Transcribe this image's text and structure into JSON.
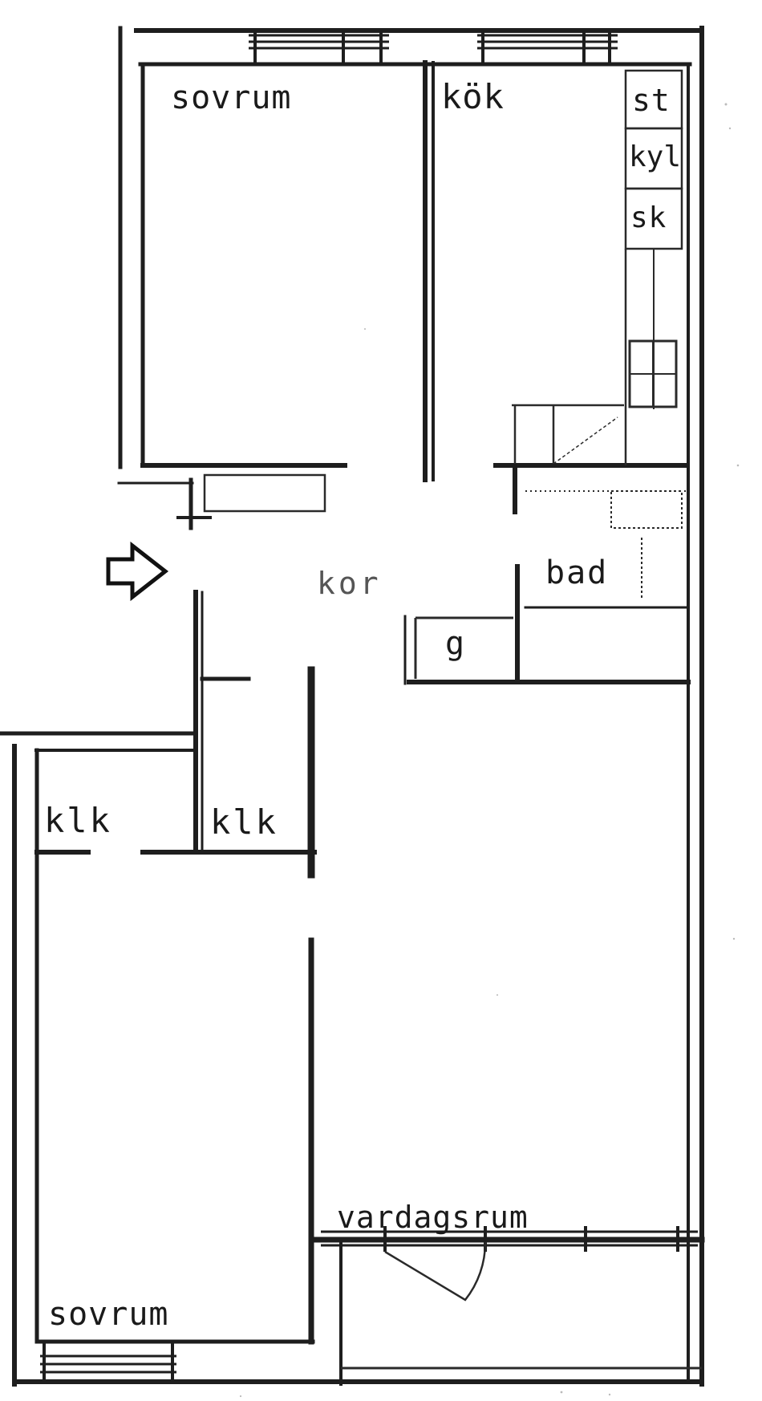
{
  "rooms": {
    "sovrum_top": "sovrum",
    "kok": "kök",
    "stove": "st",
    "fridge": "kyl",
    "cabinet": "sk",
    "corridor": "kor",
    "bath": "bad",
    "wardrobe_g": "g",
    "closet_left": "klk",
    "closet_right": "klk",
    "living": "vardagsrum",
    "sovrum_bottom": "sovrum"
  },
  "icons": {
    "entrance": "arrow-right-outline-icon"
  },
  "colors": {
    "ink": "#1e1e1e",
    "paper": "#ffffff"
  }
}
